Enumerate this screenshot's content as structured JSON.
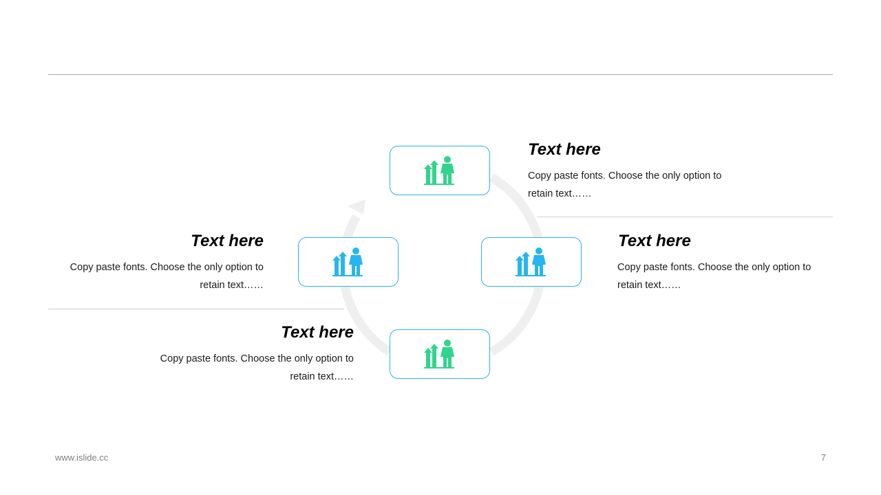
{
  "slide": {
    "page_number": "7",
    "footer_url": "www.islide.cc"
  },
  "colors": {
    "card_border": "#2ab0ee",
    "icon_green": "#2fd58b",
    "icon_blue": "#25b6f0",
    "ring": "#efefef"
  },
  "steps": [
    {
      "title": "Text here",
      "desc": "Copy paste fonts. Choose the only option to retain text……",
      "icon": "growth-person-icon",
      "icon_color": "green"
    },
    {
      "title": "Text here",
      "desc": "Copy paste fonts. Choose the only option to retain text……",
      "icon": "growth-person-icon",
      "icon_color": "blue"
    },
    {
      "title": "Text here",
      "desc": "Copy paste fonts. Choose the only option to retain text……",
      "icon": "growth-person-icon",
      "icon_color": "blue"
    },
    {
      "title": "Text here",
      "desc": "Copy paste fonts. Choose the only option to retain text……",
      "icon": "growth-person-icon",
      "icon_color": "green"
    }
  ]
}
